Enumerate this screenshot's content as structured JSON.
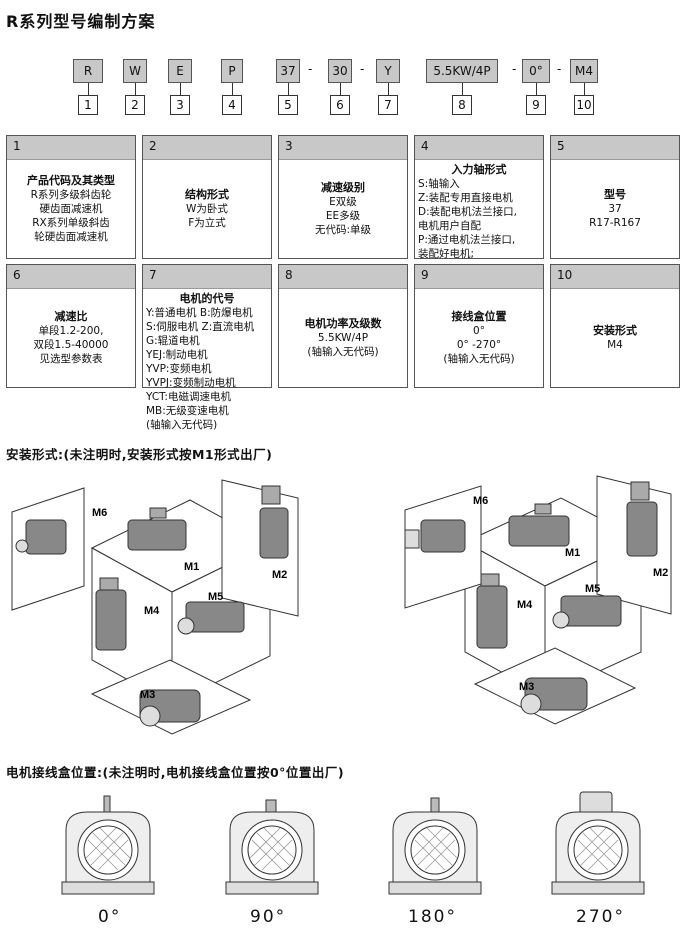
{
  "title": "R系列型号编制方案",
  "codes": [
    "R",
    "W",
    "E",
    "P",
    "37",
    "30",
    "Y",
    "5.5KW/4P",
    "0°",
    "M4"
  ],
  "separator": "-",
  "numbers": [
    "1",
    "2",
    "3",
    "4",
    "5",
    "6",
    "7",
    "8",
    "9",
    "10"
  ],
  "cards": [
    {
      "num": "1",
      "title": "产品代码及其类型",
      "lines": [
        "R系列多级斜齿轮",
        "硬齿面减速机",
        "RX系列单级斜齿",
        "轮硬齿面减速机"
      ]
    },
    {
      "num": "2",
      "title": "结构形式",
      "lines": [
        "W为卧式",
        "F为立式"
      ]
    },
    {
      "num": "3",
      "title": "减速级别",
      "lines": [
        "E双级",
        "EE多级",
        "无代码:单级"
      ]
    },
    {
      "num": "4",
      "title": "入力轴形式",
      "lines": [
        "S:轴输入",
        "Z:装配专用直接电机",
        "D:装配电机法兰接口,",
        "电机用户自配",
        "P:通过电机法兰接口,",
        "装配好电机;"
      ]
    },
    {
      "num": "5",
      "title": "型号",
      "lines": [
        "37",
        "R17-R167"
      ]
    },
    {
      "num": "6",
      "title": "减速比",
      "lines": [
        "单段1.2-200,",
        "双段1.5-40000",
        "见选型参数表"
      ]
    },
    {
      "num": "7",
      "title": "电机的代号",
      "lines": [
        "Y:普通电机 B:防爆电机",
        "S:伺服电机 Z:直流电机",
        "G:辊道电机",
        "YEJ:制动电机",
        "YVP:变频电机",
        "YVPJ:变频制动电机",
        "YCT:电磁调速电机",
        "MB:无级变速电机",
        "(轴输入无代码)"
      ]
    },
    {
      "num": "8",
      "title": "电机功率及级数",
      "lines": [
        "5.5KW/4P",
        "(轴输入无代码)"
      ]
    },
    {
      "num": "9",
      "title": "接线盒位置",
      "lines": [
        "0°",
        "0° -270°",
        "(轴输入无代码)"
      ]
    },
    {
      "num": "10",
      "title": "安装形式",
      "lines": [
        "M4"
      ]
    }
  ],
  "mount_section_title": "安装形式:(未注明时,安装形式按M1形式出厂)",
  "mount_labels": [
    "M1",
    "M2",
    "M3",
    "M4",
    "M5",
    "M6"
  ],
  "terminal_section_title": "电机接线盒位置:(未注明时,电机接线盒位置按0°位置出厂)",
  "terminal_positions": [
    "0°",
    "90°",
    "180°",
    "270°"
  ]
}
